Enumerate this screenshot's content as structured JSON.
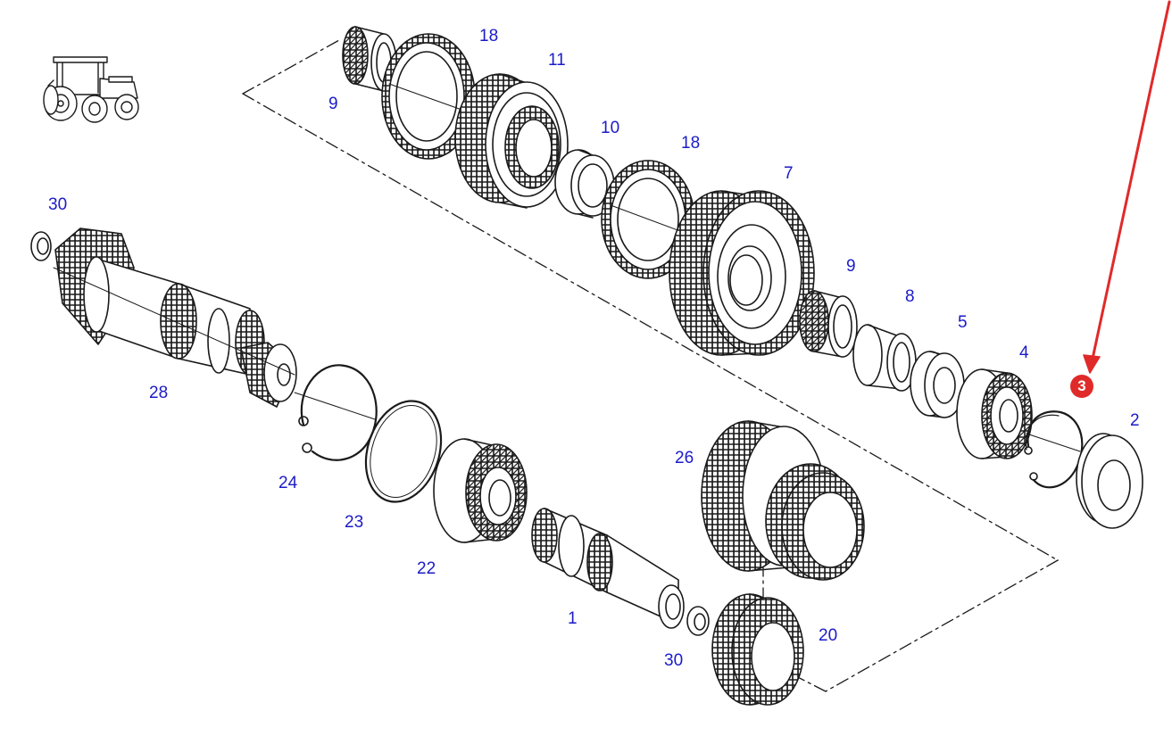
{
  "diagram": {
    "highlighted_label": "3",
    "labels": {
      "p18a": "18",
      "p11": "11",
      "p9a": "9",
      "p10": "10",
      "p18b": "18",
      "p7": "7",
      "p30a": "30",
      "p9b": "9",
      "p8": "8",
      "p5": "5",
      "p4": "4",
      "p2": "2",
      "p28": "28",
      "p26": "26",
      "p24": "24",
      "p23": "23",
      "p22": "22",
      "p1": "1",
      "p20": "20",
      "p30b": "30"
    },
    "colors": {
      "label_text": "#1b1bc8",
      "highlight_badge": "#e02a2a",
      "arrow": "#e02a2a",
      "line_art": "#1a1a1a"
    },
    "icons": [
      "tractor-icon"
    ]
  }
}
